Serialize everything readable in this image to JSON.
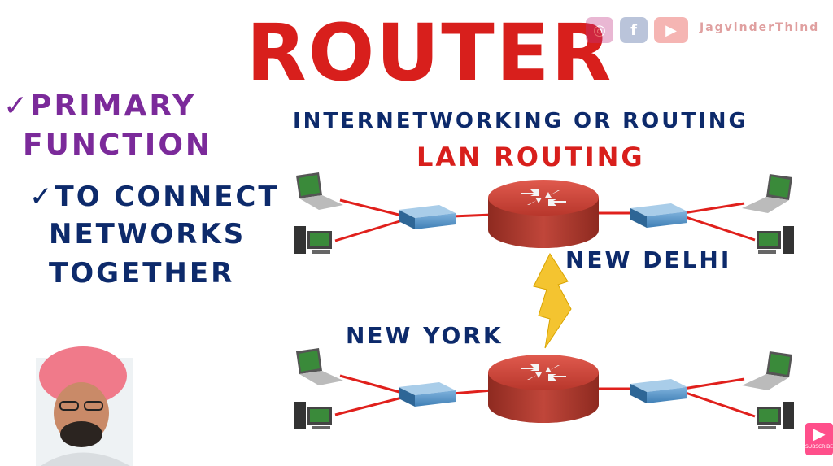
{
  "title": "ROUTER",
  "social": {
    "handle": "JagvinderThind",
    "icons": [
      "instagram-icon",
      "facebook-icon",
      "youtube-icon"
    ],
    "subscribe": "SUBSCRIBE"
  },
  "left": {
    "check": "✓",
    "primary_line1": "PRIMARY",
    "primary_line2": "FUNCTION",
    "bullet_line1": "TO CONNECT",
    "bullet_line2": "NETWORKS",
    "bullet_line3": "TOGETHER"
  },
  "diagram": {
    "subtitle": "INTERNETWORKING OR ROUTING",
    "lan_label": "LAN ROUTING",
    "site_top": "NEW DELHI",
    "site_bottom": "NEW YORK"
  },
  "colors": {
    "title_red": "#d81f1c",
    "purple": "#7b2a9a",
    "navy": "#0d2a6b",
    "link_red": "#e0201c",
    "router_red": "#c0392b",
    "switch_blue": "#4a8bc2",
    "bolt_yellow": "#f4c430"
  }
}
